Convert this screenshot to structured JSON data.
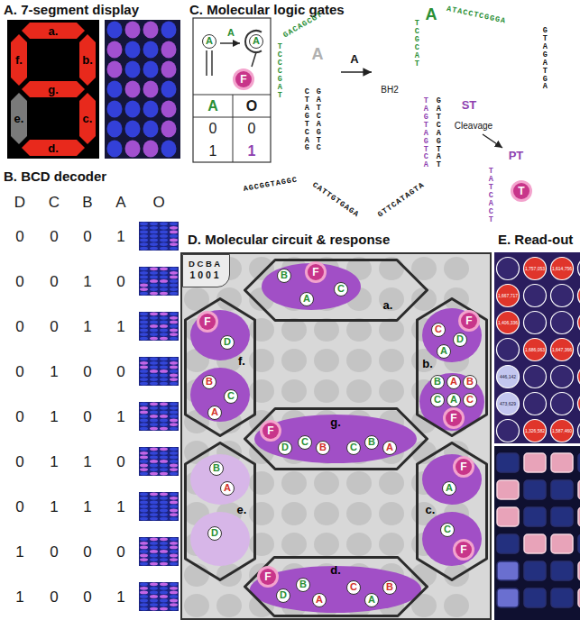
{
  "diagram": {
    "nodes": [
      {
        "text": [
          "D. Molecular circuit & response"
        ]
      },
      {
        "text": [
          "D C B A",
          "1 0 0 1"
        ],
        "in": 0
      },
      {
        "text": [
          "a."
        ],
        "in": 0
      },
      {
        "text": [
          "f."
        ],
        "in": 0
      },
      {
        "text": [
          "b."
        ],
        "in": 0
      },
      {
        "text": [
          "g."
        ],
        "in": 0
      },
      {
        "text": [
          "e."
        ],
        "in": 0
      },
      {
        "text": [
          "c."
        ],
        "in": 0
      },
      {
        "text": [
          "d."
        ],
        "in": 0
      }
    ],
    "labels": [
      "A. 7-segment display",
      "a.",
      "f.",
      "b.",
      "g.",
      "e.",
      "c.",
      "d.",
      "B. BCD decoder",
      "D",
      "C",
      "B",
      "A",
      "O",
      "0",
      "0",
      "0",
      "1",
      "0",
      "0",
      "1",
      "0",
      "0",
      "0",
      "1",
      "1",
      "0",
      "1",
      "0",
      "0",
      "0",
      "1",
      "0",
      "1",
      "0",
      "1",
      "1",
      "0",
      "0",
      "1",
      "1",
      "1",
      "1",
      "0",
      "0",
      "0",
      "1",
      "0",
      "0",
      "1",
      "C. Molecular logic gates",
      "A",
      "A",
      "A",
      "F",
      "A",
      "O",
      "0",
      "0",
      "1",
      "1",
      "A",
      "A",
      "A",
      "BH2",
      "ST",
      "Cleavage",
      "PT",
      "T",
      "GACAGCGT",
      "TCCCGAT",
      "CTAGTCAG",
      "GATCAGTC",
      "AGCGGTAGGC",
      "CATTGTGAGA",
      "ATACCTCGGGA",
      "TCGCAT",
      "GTAGATGA",
      "TAGTAGTCA",
      "GATCAGTAT",
      "TATCACT",
      "GTTCATAGTA",
      "B",
      "F",
      "C",
      "A",
      "F",
      "D",
      "B",
      "C",
      "A",
      "F",
      "C",
      "D",
      "A",
      "B",
      "A",
      "B",
      "C",
      "A",
      "C",
      "F",
      "F",
      "D",
      "C",
      "B",
      "C",
      "B",
      "A",
      "B",
      "A",
      "D",
      "F",
      "A",
      "C",
      "F",
      "F",
      "D",
      "B",
      "A",
      "C",
      "A",
      "B",
      "E. Read-out",
      "1,757,053",
      "1,614,756",
      "1,667,717",
      "1,406,336",
      "1,686,063",
      "1,647,366",
      "446,142",
      "473,629",
      "1,326,582",
      "1,587,460"
    ]
  }
}
